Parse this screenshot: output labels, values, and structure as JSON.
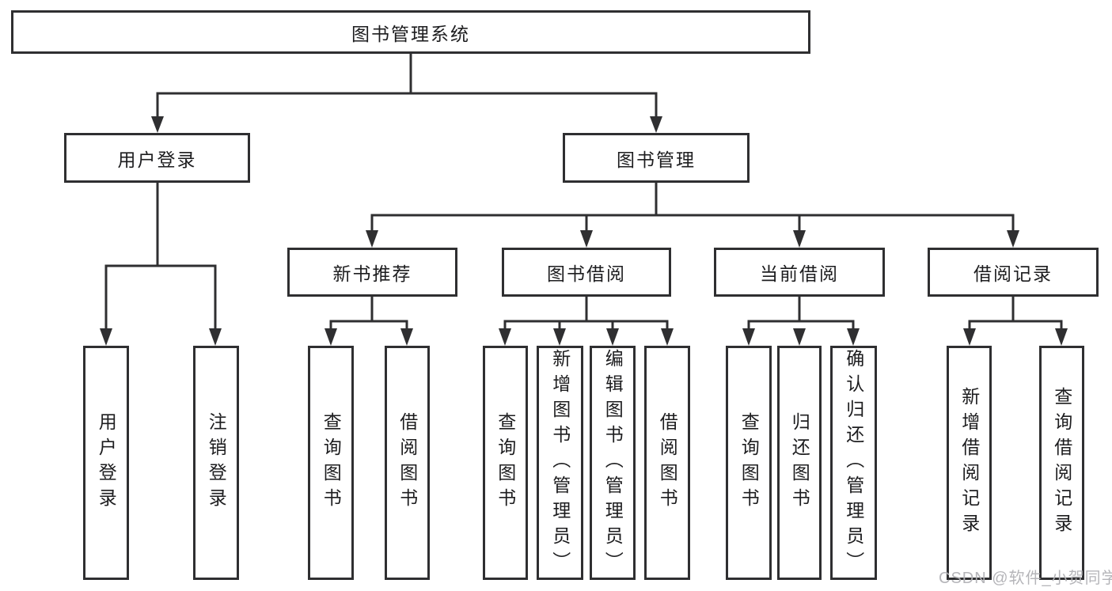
{
  "nodes": {
    "root": {
      "label": "图书管理系统"
    },
    "user_login": {
      "label": "用户登录"
    },
    "book_management": {
      "label": "图书管理"
    },
    "new_book_recommendation": {
      "label": "新书推荐"
    },
    "book_borrowing": {
      "label": "图书借阅"
    },
    "current_borrowing": {
      "label": "当前借阅"
    },
    "borrowing_records": {
      "label": "借阅记录"
    },
    "login_user_login": {
      "label": "用户登录"
    },
    "login_logout": {
      "label": "注销登录"
    },
    "rec_query_books": {
      "label": "查询图书"
    },
    "rec_borrow_books": {
      "label": "借阅图书"
    },
    "bb_query_books": {
      "label": "查询图书"
    },
    "bb_add_books_admin": {
      "label": "新增图书（管理员）"
    },
    "bb_edit_books_admin": {
      "label": "编辑图书（管理员）"
    },
    "bb_borrow_books": {
      "label": "借阅图书"
    },
    "cb_query_books": {
      "label": "查询图书"
    },
    "cb_return_books": {
      "label": "归还图书"
    },
    "cb_confirm_return_admin": {
      "label": "确认归还（管理员）"
    },
    "br_add_record": {
      "label": "新增借阅记录"
    },
    "br_query_record": {
      "label": "查询借阅记录"
    }
  },
  "watermark": "CSDN @软件_小贺同学",
  "colors": {
    "line": "#2f2f31",
    "box_fill": "#ffffff",
    "text": "#1d1d1f",
    "watermark": "#b2b2b6"
  }
}
